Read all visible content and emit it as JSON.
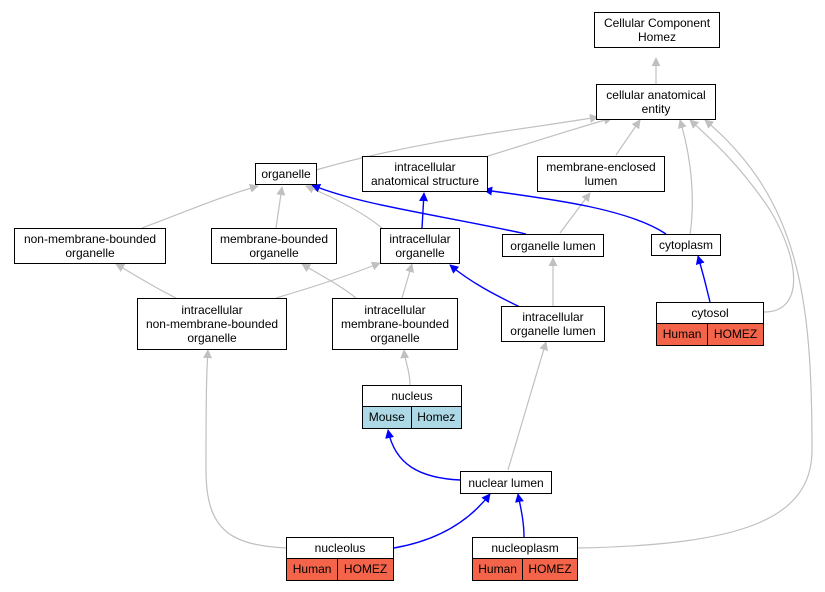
{
  "nodes": {
    "root": {
      "lines": [
        "Cellular Component",
        "Homez"
      ]
    },
    "cae": {
      "lines": [
        "cellular anatomical",
        "entity"
      ]
    },
    "organelle": {
      "lines": [
        "organelle"
      ]
    },
    "ias": {
      "lines": [
        "intracellular",
        "anatomical structure"
      ]
    },
    "mel": {
      "lines": [
        "membrane-enclosed",
        "lumen"
      ]
    },
    "nmbo": {
      "lines": [
        "non-membrane-bounded",
        "organelle"
      ]
    },
    "mbo": {
      "lines": [
        "membrane-bounded",
        "organelle"
      ]
    },
    "io": {
      "lines": [
        "intracellular",
        "organelle"
      ]
    },
    "ol": {
      "lines": [
        "organelle lumen"
      ]
    },
    "cytoplasm": {
      "lines": [
        "cytoplasm"
      ]
    },
    "inmbo": {
      "lines": [
        "intracellular",
        "non-membrane-bounded",
        "organelle"
      ]
    },
    "imbo": {
      "lines": [
        "intracellular",
        "membrane-bounded",
        "organelle"
      ]
    },
    "iol": {
      "lines": [
        "intracellular",
        "organelle lumen"
      ]
    },
    "nl": {
      "lines": [
        "nuclear lumen"
      ]
    }
  },
  "compound": {
    "cytosol": {
      "title": "cytosol",
      "cells": [
        {
          "label": "Human",
          "color": "#f4644a"
        },
        {
          "label": "HOMEZ",
          "color": "#f4644a"
        }
      ]
    },
    "nucleus": {
      "title": "nucleus",
      "cells": [
        {
          "label": "Mouse",
          "color": "#add8e6"
        },
        {
          "label": "Homez",
          "color": "#add8e6"
        }
      ]
    },
    "nucleolus": {
      "title": "nucleolus",
      "cells": [
        {
          "label": "Human",
          "color": "#f4644a"
        },
        {
          "label": "HOMEZ",
          "color": "#f4644a"
        }
      ]
    },
    "nucleoplasm": {
      "title": "nucleoplasm",
      "cells": [
        {
          "label": "Human",
          "color": "#f4644a"
        },
        {
          "label": "HOMEZ",
          "color": "#f4644a"
        }
      ]
    }
  },
  "colors": {
    "edge_gray": "#c0c0c0",
    "edge_blue": "#0000ff"
  }
}
